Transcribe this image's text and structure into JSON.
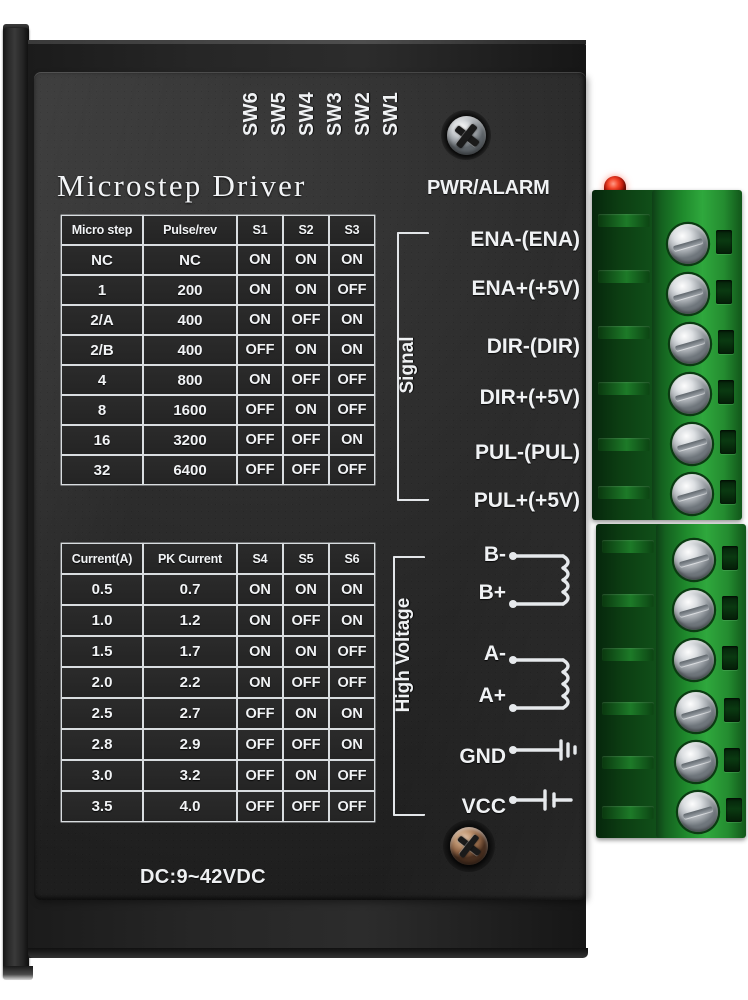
{
  "device": {
    "title": "Microstep Driver",
    "power_label": "DC:9~42VDC",
    "pwr_alarm_label": "PWR/ALARM",
    "colors": {
      "body": "#2b2b2b",
      "silkscreen": "#f0f2f4",
      "connector_green": "#1f8a2c",
      "led_red": "#f4452a"
    }
  },
  "dip_switch_labels": [
    "SW6",
    "SW5",
    "SW4",
    "SW3",
    "SW2",
    "SW1"
  ],
  "microstep_table": {
    "headers": [
      "Micro step",
      "Pulse/rev",
      "S1",
      "S2",
      "S3"
    ],
    "rows": [
      [
        "NC",
        "NC",
        "ON",
        "ON",
        "ON"
      ],
      [
        "1",
        "200",
        "ON",
        "ON",
        "OFF"
      ],
      [
        "2/A",
        "400",
        "ON",
        "OFF",
        "ON"
      ],
      [
        "2/B",
        "400",
        "OFF",
        "ON",
        "ON"
      ],
      [
        "4",
        "800",
        "ON",
        "OFF",
        "OFF"
      ],
      [
        "8",
        "1600",
        "OFF",
        "ON",
        "OFF"
      ],
      [
        "16",
        "3200",
        "OFF",
        "OFF",
        "ON"
      ],
      [
        "32",
        "6400",
        "OFF",
        "OFF",
        "OFF"
      ]
    ]
  },
  "current_table": {
    "headers": [
      "Current(A)",
      "PK Current",
      "S4",
      "S5",
      "S6"
    ],
    "rows": [
      [
        "0.5",
        "0.7",
        "ON",
        "ON",
        "ON"
      ],
      [
        "1.0",
        "1.2",
        "ON",
        "OFF",
        "ON"
      ],
      [
        "1.5",
        "1.7",
        "ON",
        "ON",
        "OFF"
      ],
      [
        "2.0",
        "2.2",
        "ON",
        "OFF",
        "OFF"
      ],
      [
        "2.5",
        "2.7",
        "OFF",
        "ON",
        "ON"
      ],
      [
        "2.8",
        "2.9",
        "OFF",
        "OFF",
        "ON"
      ],
      [
        "3.0",
        "3.2",
        "OFF",
        "ON",
        "OFF"
      ],
      [
        "3.5",
        "4.0",
        "OFF",
        "OFF",
        "OFF"
      ]
    ]
  },
  "signal_group": {
    "label": "Signal",
    "terminals": [
      "ENA-(ENA)",
      "ENA+(+5V)",
      "DIR-(DIR)",
      "DIR+(+5V)",
      "PUL-(PUL)",
      "PUL+(+5V)"
    ]
  },
  "high_voltage_group": {
    "label": "High Voltage",
    "terminals": [
      "B-",
      "B+",
      "A-",
      "A+",
      "GND",
      "VCC"
    ],
    "symbols": [
      "coil-winding-b",
      "coil-winding-a",
      "ground-symbol",
      "supply-symbol"
    ]
  },
  "connectors": {
    "signal_block": {
      "terminal_count": 6
    },
    "power_block": {
      "terminal_count": 6
    }
  }
}
